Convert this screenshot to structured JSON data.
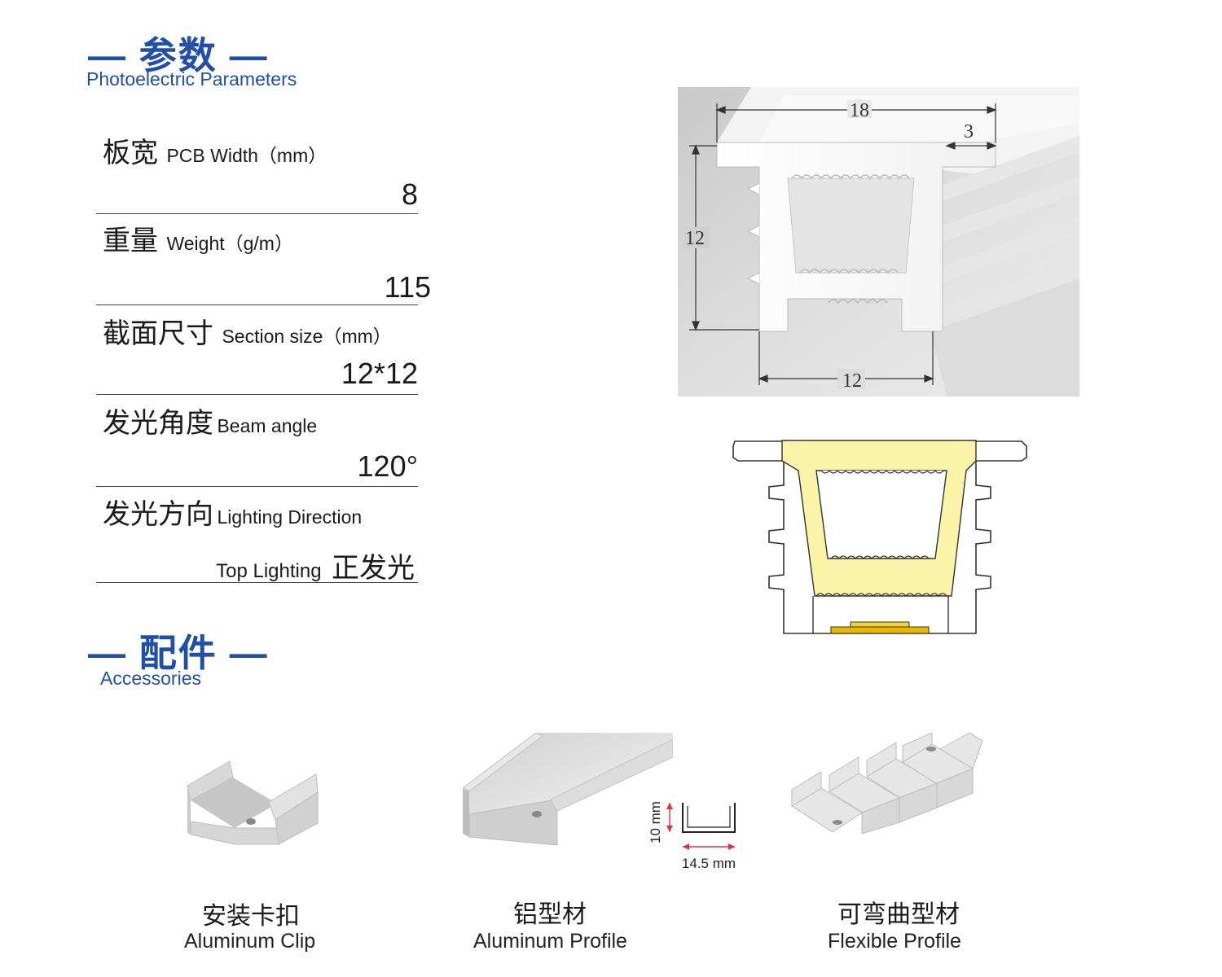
{
  "params_section": {
    "title": "参数",
    "dash": "—",
    "subtitle": "Photoelectric Parameters"
  },
  "params": [
    {
      "cn": "板宽",
      "en": "PCB Width（mm）",
      "value": "8"
    },
    {
      "cn": "重量",
      "en": "Weight（g/m）",
      "value": "115"
    },
    {
      "cn": "截面尺寸",
      "en": "Section size（mm）",
      "value": "12*12"
    },
    {
      "cn": "发光角度",
      "en": "Beam angle",
      "value": "120°"
    },
    {
      "cn": "发光方向",
      "en": "Lighting Direction",
      "value_en": "Top Lighting",
      "value_cn": "正发光"
    }
  ],
  "dimension_drawing": {
    "top_width": "18",
    "flange": "3",
    "height": "12",
    "bottom_width": "12"
  },
  "accessories_section": {
    "title": "配件",
    "dash": "—",
    "subtitle": "Accessories"
  },
  "accessories": [
    {
      "cn": "安装卡扣",
      "en": "Aluminum Clip"
    },
    {
      "cn": "铝型材",
      "en": "Aluminum Profile",
      "dim_height": "10 mm",
      "dim_width": "14.5 mm"
    },
    {
      "cn": "可弯曲型材",
      "en": "Flexible Profile"
    }
  ],
  "colors": {
    "brand_blue": "#1f4fa8",
    "diffuser_yellow": "#fbf3a8",
    "led_chip": "#e7b800",
    "dim_red": "#e0303a"
  }
}
